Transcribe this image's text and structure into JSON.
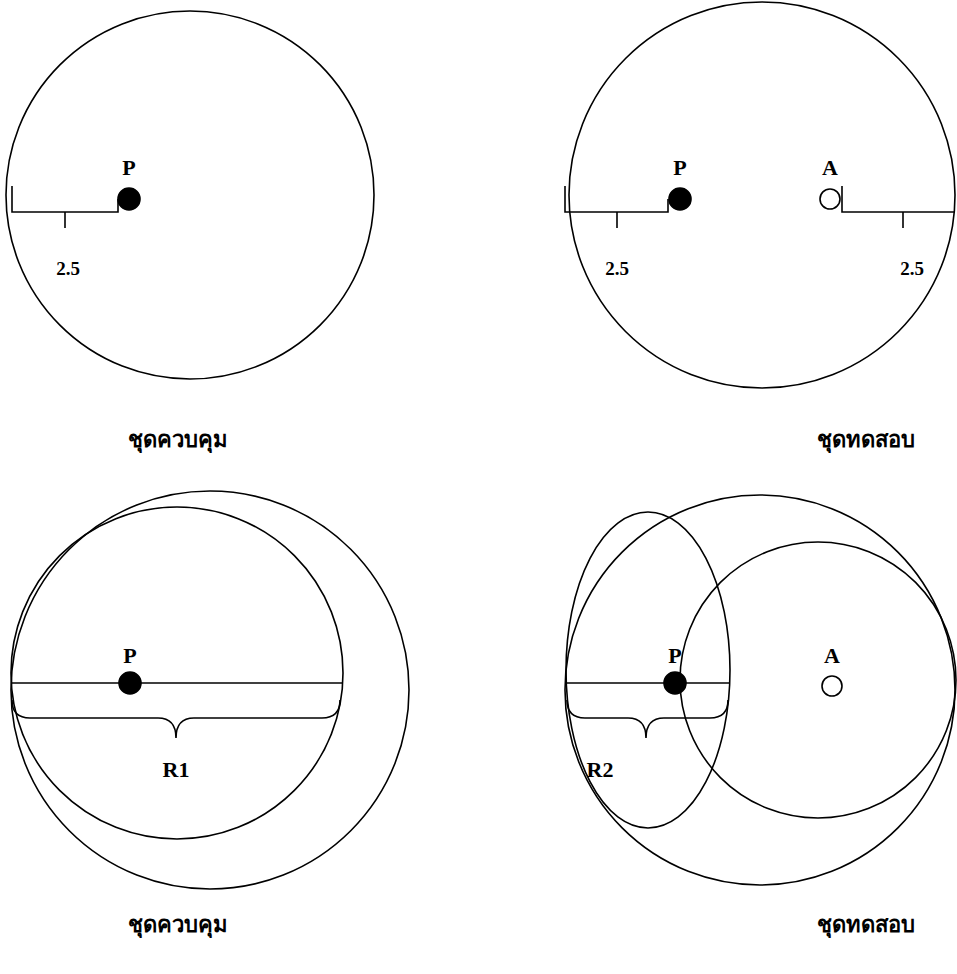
{
  "diagram": {
    "labels": [
      "P",
      "2.5",
      "ชุดควบคุม",
      "P",
      "A",
      "2.5",
      "2.5",
      "ชุดทดสอบ",
      "P",
      "R1",
      "ชุดควบคุม",
      "P",
      "A",
      "R2",
      "ชุดทดสอบ"
    ]
  }
}
